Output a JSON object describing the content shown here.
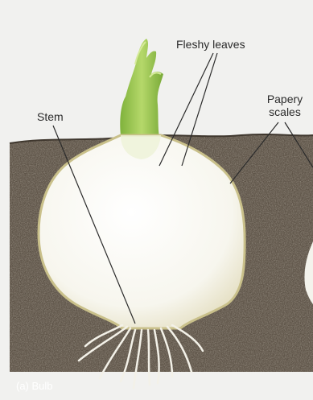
{
  "labels": {
    "fleshy_leaves": "Fleshy leaves",
    "papery_scales_line1": "Papery",
    "papery_scales_line2": "scales",
    "stem": "Stem",
    "caption": "(a) Bulb"
  },
  "colors": {
    "page_background": "#f1f1ef",
    "soil": "#5e5448",
    "bulb": "#fbfbf7",
    "bulb_outline": "#c9c08a",
    "shoot": "#93c24c",
    "shoot_highlight": "#c7df86",
    "roots": "#f3f1e8",
    "leader_lines": "#2b2b2b"
  }
}
